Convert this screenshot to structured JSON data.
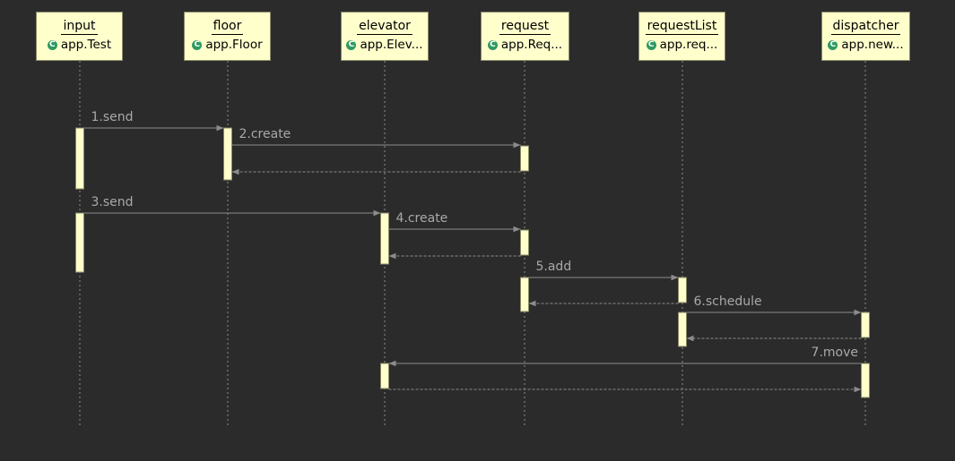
{
  "participants": [
    {
      "id": "input",
      "name": "input",
      "type": "app.Test"
    },
    {
      "id": "floor",
      "name": "floor",
      "type": "app.Floor"
    },
    {
      "id": "elevator",
      "name": "elevator",
      "type": "app.Elev..."
    },
    {
      "id": "request",
      "name": "request",
      "type": "app.Req..."
    },
    {
      "id": "requestList",
      "name": "requestList",
      "type": "app.req..."
    },
    {
      "id": "dispatcher",
      "name": "dispatcher",
      "type": "app.new..."
    }
  ],
  "messages": [
    {
      "label": "1.send",
      "from": "input",
      "to": "floor"
    },
    {
      "label": "2.create",
      "from": "floor",
      "to": "request"
    },
    {
      "label": "",
      "from": "request",
      "to": "floor",
      "return": true
    },
    {
      "label": "3.send",
      "from": "input",
      "to": "elevator"
    },
    {
      "label": "4.create",
      "from": "elevator",
      "to": "request"
    },
    {
      "label": "",
      "from": "request",
      "to": "elevator",
      "return": true
    },
    {
      "label": "5.add",
      "from": "request",
      "to": "requestList"
    },
    {
      "label": "",
      "from": "requestList",
      "to": "request",
      "return": true
    },
    {
      "label": "6.schedule",
      "from": "requestList",
      "to": "dispatcher"
    },
    {
      "label": "",
      "from": "dispatcher",
      "to": "requestList",
      "return": true
    },
    {
      "label": "7.move",
      "from": "dispatcher",
      "to": "elevator"
    },
    {
      "label": "",
      "from": "elevator",
      "to": "dispatcher",
      "return": true
    }
  ],
  "colors": {
    "background": "#2b2b2b",
    "box_fill": "#ffffcc",
    "class_icon": "#2e9a62",
    "line": "#8c8c8c",
    "label": "#a9a9a9"
  },
  "icons": {
    "class": "class-icon"
  },
  "class_icon_glyph": "C"
}
